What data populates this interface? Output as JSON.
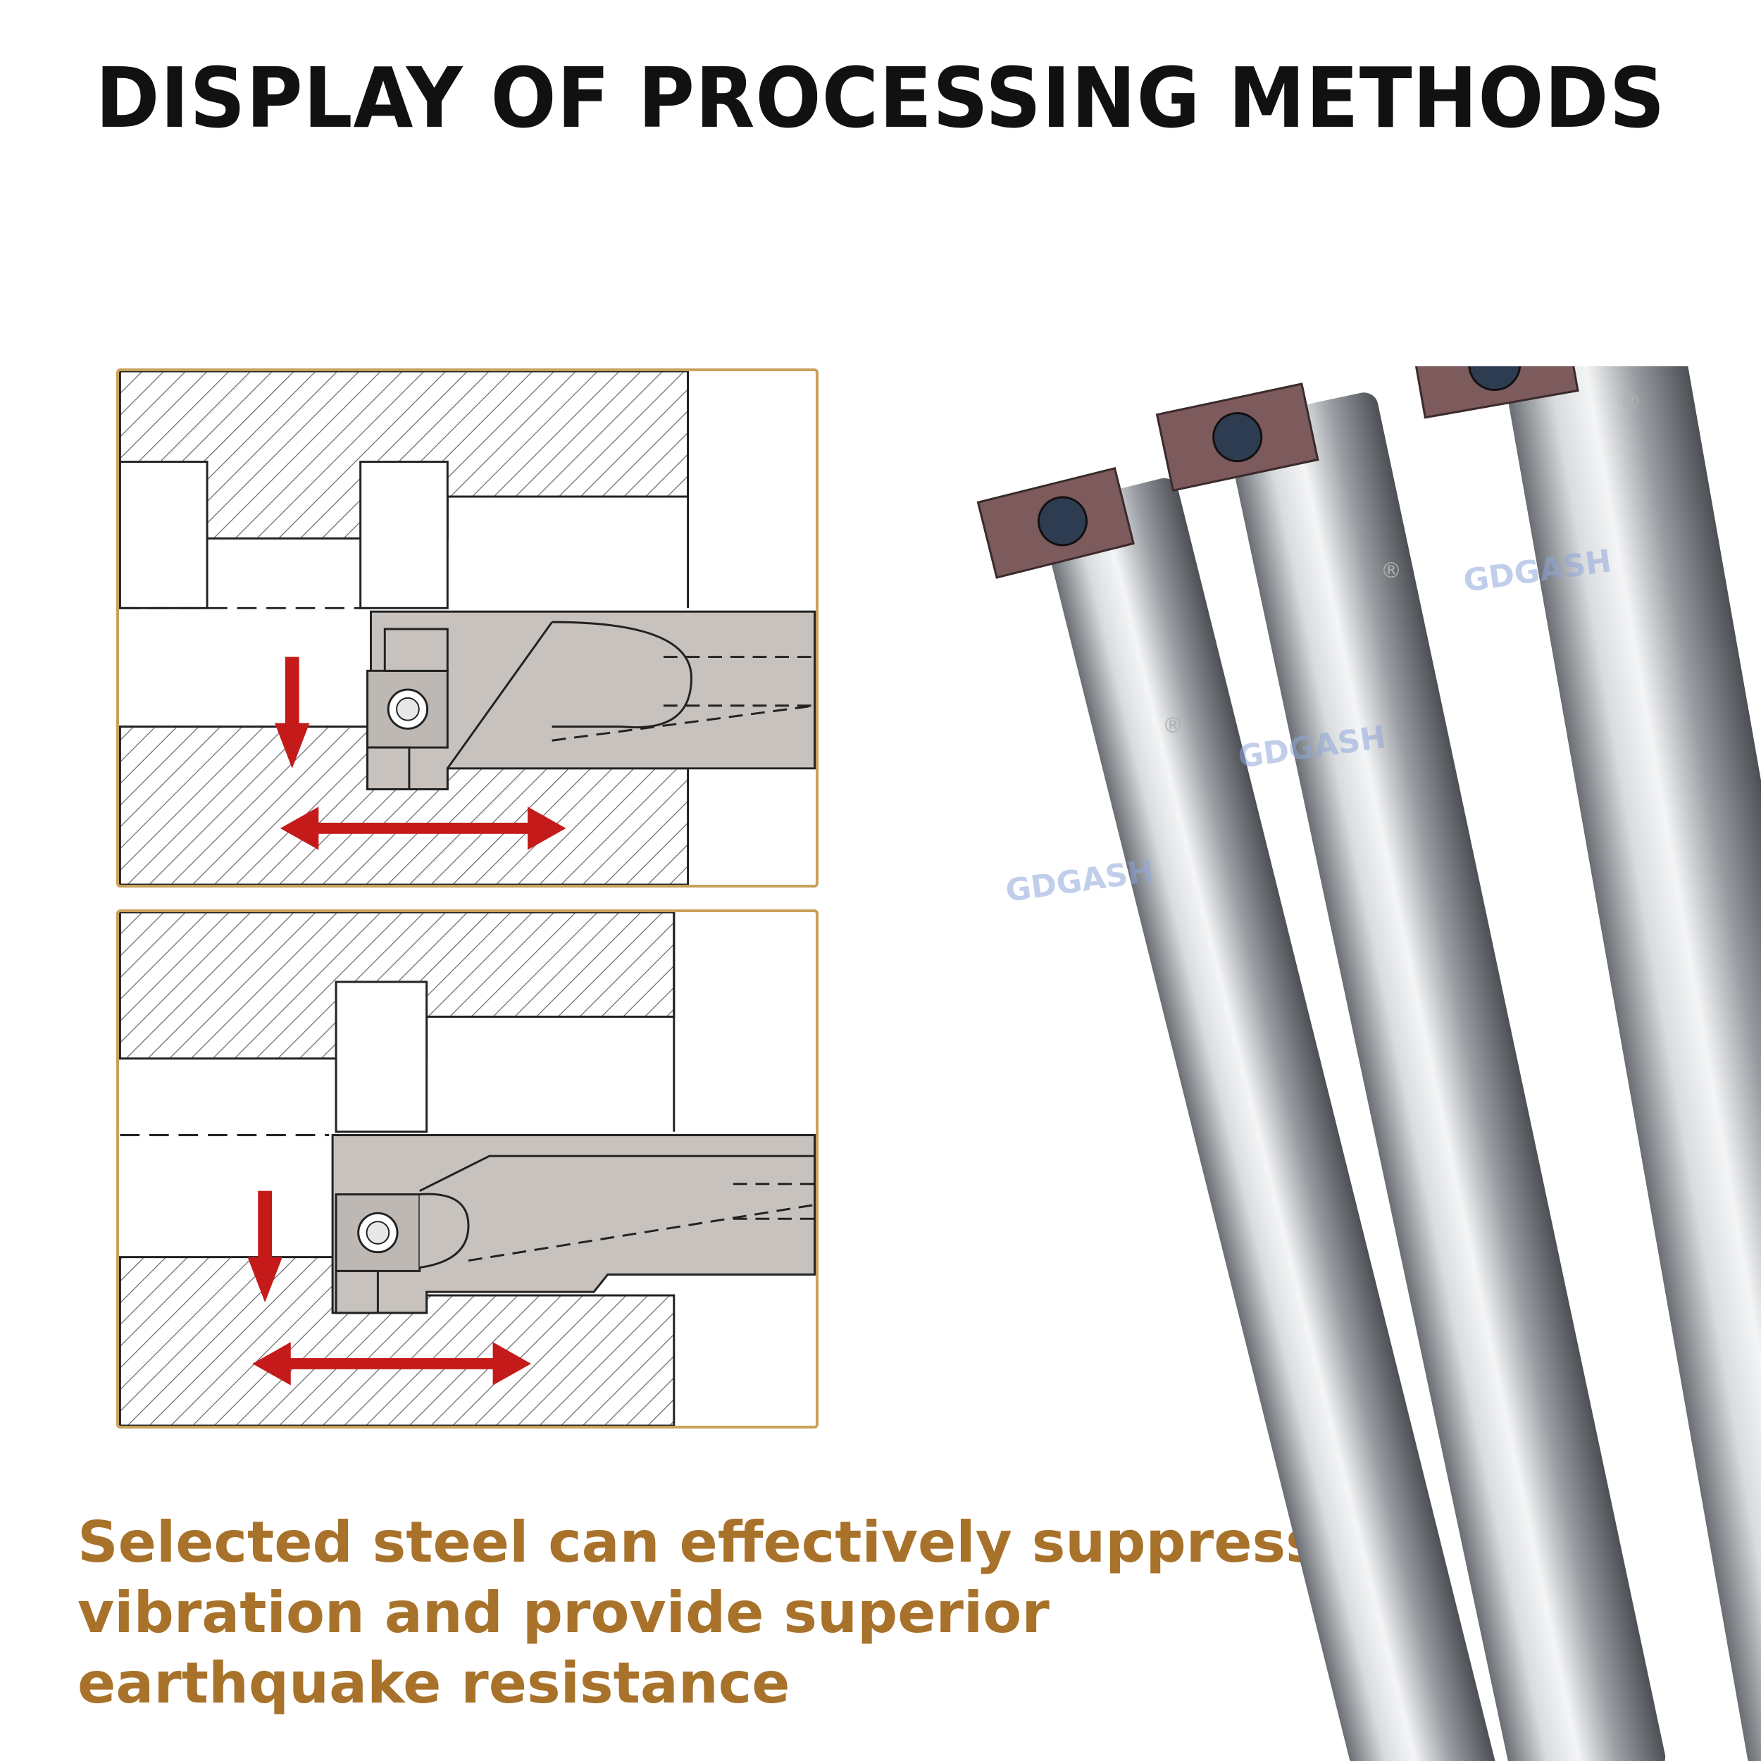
{
  "title": "DISPLAY OF PROCESSING METHODS",
  "caption_lines": [
    "Selected steel can effectively suppress",
    "vibration and provide superior",
    "earthquake resistance"
  ],
  "brand_watermark": "GDGASH",
  "registered_mark": "®",
  "colors": {
    "panel_border": "#c9a15a",
    "caption": "#a8722a",
    "arrow": "#c41a1a",
    "tool_body": "#c8c3bf",
    "insert": "#7d5a5c"
  },
  "diagrams": [
    {
      "name": "internal-grooving-method-1",
      "feed_arrow": "down",
      "traverse_arrow": "left-right"
    },
    {
      "name": "internal-grooving-method-2",
      "feed_arrow": "down",
      "traverse_arrow": "left-right"
    }
  ]
}
